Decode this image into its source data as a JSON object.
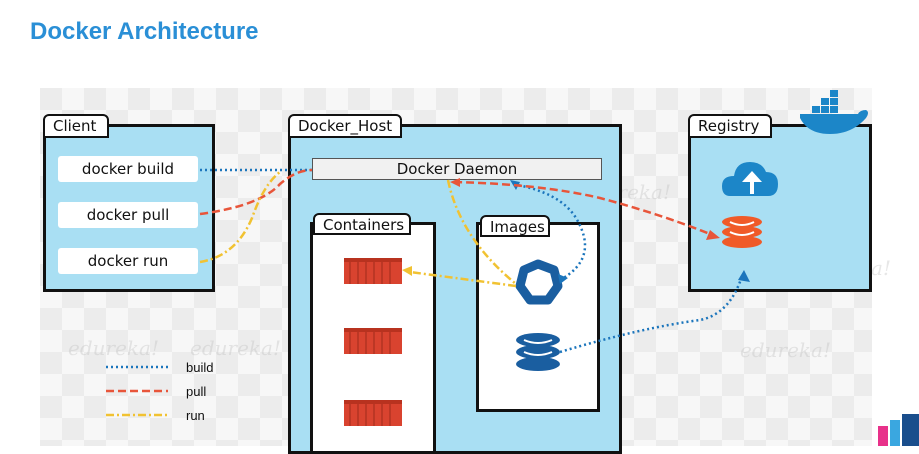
{
  "title": "Docker Architecture",
  "client": {
    "label": "Client",
    "commands": [
      "docker build",
      "docker pull",
      "docker run"
    ]
  },
  "host": {
    "label": "Docker_Host",
    "daemon": "Docker Daemon",
    "containers_label": "Containers",
    "images_label": "Images"
  },
  "registry": {
    "label": "Registry"
  },
  "legend": [
    {
      "label": "build",
      "style": "dotted",
      "color": "#1b75bc"
    },
    {
      "label": "pull",
      "style": "dashed",
      "color": "#e8553a"
    },
    {
      "label": "run",
      "style": "dash-dot",
      "color": "#f1c232"
    }
  ],
  "watermark": "edureka!",
  "colors": {
    "title": "#2a8fd6",
    "box_fill": "#a9dff3",
    "build": "#1b75bc",
    "pull": "#e8553a",
    "run": "#f1c232",
    "image_icon": "#1a5ea0",
    "registry_image": "#f05a28",
    "cloud": "#1c86c8",
    "container": "#d9432f"
  },
  "icons": [
    "docker-whale-icon",
    "cloud-upload-icon",
    "registry-image-icon",
    "image-ring-icon",
    "image-stack-icon",
    "container-icon"
  ]
}
